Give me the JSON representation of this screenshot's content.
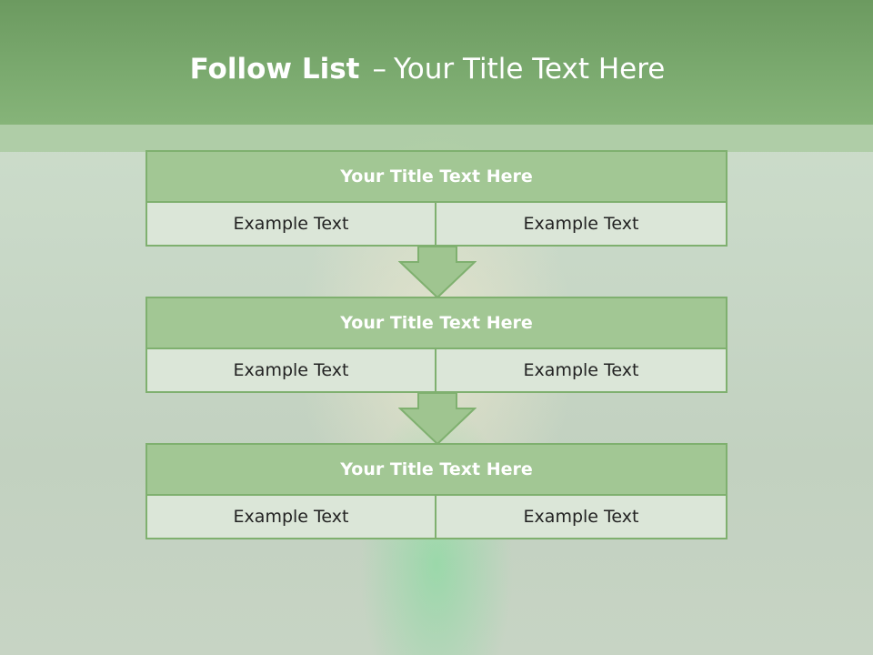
{
  "header": {
    "title_bold": "Follow List",
    "title_dash": "–",
    "title_rest": "Your Title Text Here"
  },
  "steps": [
    {
      "title": "Your Title Text Here",
      "left": "Example Text",
      "right": "Example Text"
    },
    {
      "title": "Your Title Text Here",
      "left": "Example Text",
      "right": "Example Text"
    },
    {
      "title": "Your Title Text Here",
      "left": "Example Text",
      "right": "Example Text"
    }
  ],
  "colors": {
    "header": "#7aa96e",
    "block_title": "#a2c794",
    "cell": "#dbe6d8",
    "border": "#7fb06f",
    "arrow": "#9fc590"
  }
}
